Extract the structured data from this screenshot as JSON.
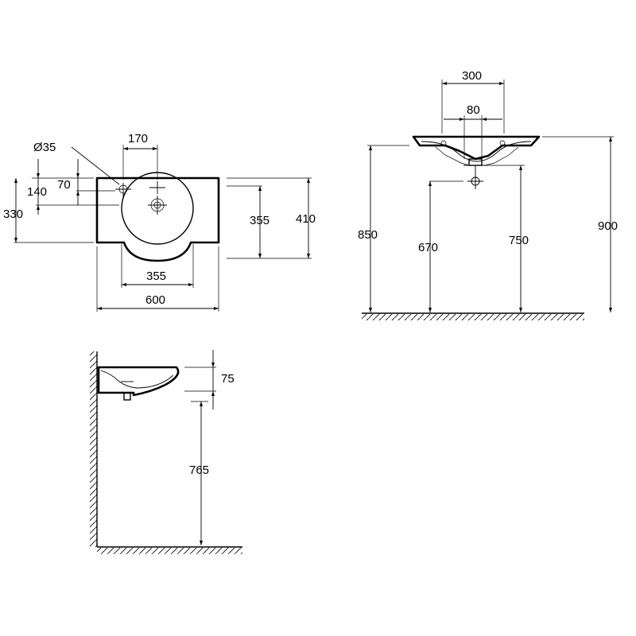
{
  "top_view": {
    "hole_diameter": "Ø35",
    "dim_width_top": "170",
    "dim_70": "70",
    "dim_140": "140",
    "dim_330": "330",
    "dim_355_right": "355",
    "dim_410": "410",
    "dim_355_bottom": "355",
    "dim_600": "600"
  },
  "front_view": {
    "dim_300": "300",
    "dim_80": "80",
    "dim_850": "850",
    "dim_670": "670",
    "dim_750": "750",
    "dim_900": "900"
  },
  "side_view": {
    "dim_75": "75",
    "dim_765": "765"
  }
}
